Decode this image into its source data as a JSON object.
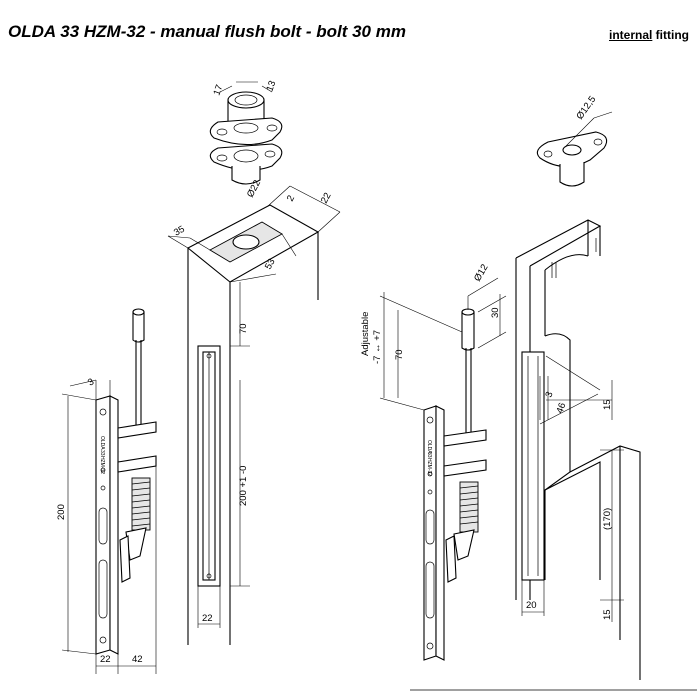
{
  "header": {
    "title": "OLDA 33 HZM-32 -  manual flush bolt - bolt 30 mm",
    "tag_underlined": "internal",
    "tag_rest": " fitting"
  },
  "dims": {
    "strike_w": "17",
    "strike_h": "13",
    "socket_dia": "Ø12,5",
    "hole_dia": "Ø22",
    "hole_off": "2",
    "plate_w": "22",
    "left_35": "35",
    "left_53": "53",
    "left_70": "70",
    "left_200": "200 +1 -0",
    "left_22_bottom": "22",
    "bolt_3": "3",
    "bolt_200": "200",
    "bolt_22": "22",
    "bolt_42": "42",
    "right_dia12": "Ø12",
    "right_30": "30",
    "right_adjustable": "Adjustable",
    "right_range": "-7 ↔ +7",
    "right_70": "70",
    "right_3": "3",
    "right_46": "46",
    "right_15_top": "15",
    "right_170": "(170)",
    "right_20": "20",
    "right_15_bottom": "15"
  },
  "bolt_plate_text": [
    "OLDA",
    "33",
    "HZM-32"
  ]
}
